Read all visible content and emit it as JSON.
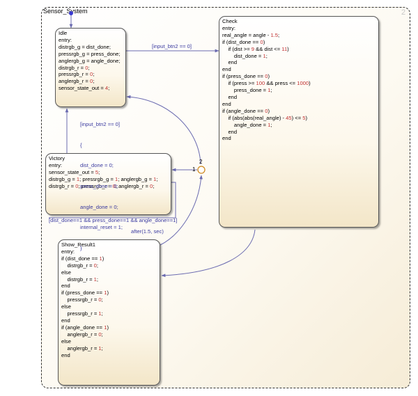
{
  "chart": {
    "name": "Sensor_System",
    "number": "2"
  },
  "states": {
    "idle": {
      "lines": [
        "Idle",
        "entry:",
        "distrgb_g = dist_done;",
        "pressrgb_g = press_done;",
        "anglergb_g = angle_done;",
        "distrgb_r = 0;",
        "pressrgb_r = 0;",
        "anglergb_r = 0;",
        "sensor_state_out = 4;"
      ]
    },
    "check": {
      "lines": [
        "Check",
        "entry:",
        "real_angle = angle - 1.5;",
        "if (dist_done == 0)",
        "",
        "    if (dist >= 9 && dist <= 11)",
        "        dist_done = 1;",
        "    end",
        "end",
        "if (press_done == 0)",
        "    if (press >= 100 && press <= 1000)",
        "        press_done = 1;",
        "    end",
        "end",
        "if (angle_done == 0)",
        "    if (abs(abs(real_angle) - 45) <= 5)",
        "        angle_done = 1;",
        "    end",
        "end"
      ]
    },
    "victory": {
      "lines": [
        "Victory",
        "entry:",
        "sensor_state_out = 5;",
        "distrgb_g = 1; pressrgb_g = 1; anglergb_g = 1;",
        "distrgb_r = 0; pressrgb_r = 0; anglergb_r = 0;"
      ]
    },
    "show_result": {
      "lines": [
        "Show_Result1",
        "entry:",
        "if (dist_done == 1)",
        "    distrgb_r = 0;",
        "else",
        "    distrgb_r = 1;",
        "end",
        "if (press_done == 1)",
        "    pressrgb_r = 0;",
        "else",
        "    pressrgb_r = 1;",
        "end",
        "if (angle_done == 1)",
        "    anglergb_r = 0;",
        "else",
        "    anglergb_r = 1;",
        "end"
      ]
    }
  },
  "transitions": {
    "idle_to_check": "[input_btn2 == 0]",
    "reset_action": [
      "[input_btn2 == 0]",
      "{",
      "dist_done = 0;",
      "press_done = 0;",
      "angle_done = 0;",
      "internal_reset = 1;",
      "}"
    ],
    "victory_condition": "[dist_done==1 && press_done==1 && angle_done==1]",
    "timer": "after(1.5, sec)",
    "junction_order_1": "1",
    "junction_order_2": "2"
  },
  "colors": {
    "wire": "#6a6ab0",
    "label": "#3a3aa0",
    "number": "#c03030",
    "default_dot": "#3a3ad0"
  }
}
